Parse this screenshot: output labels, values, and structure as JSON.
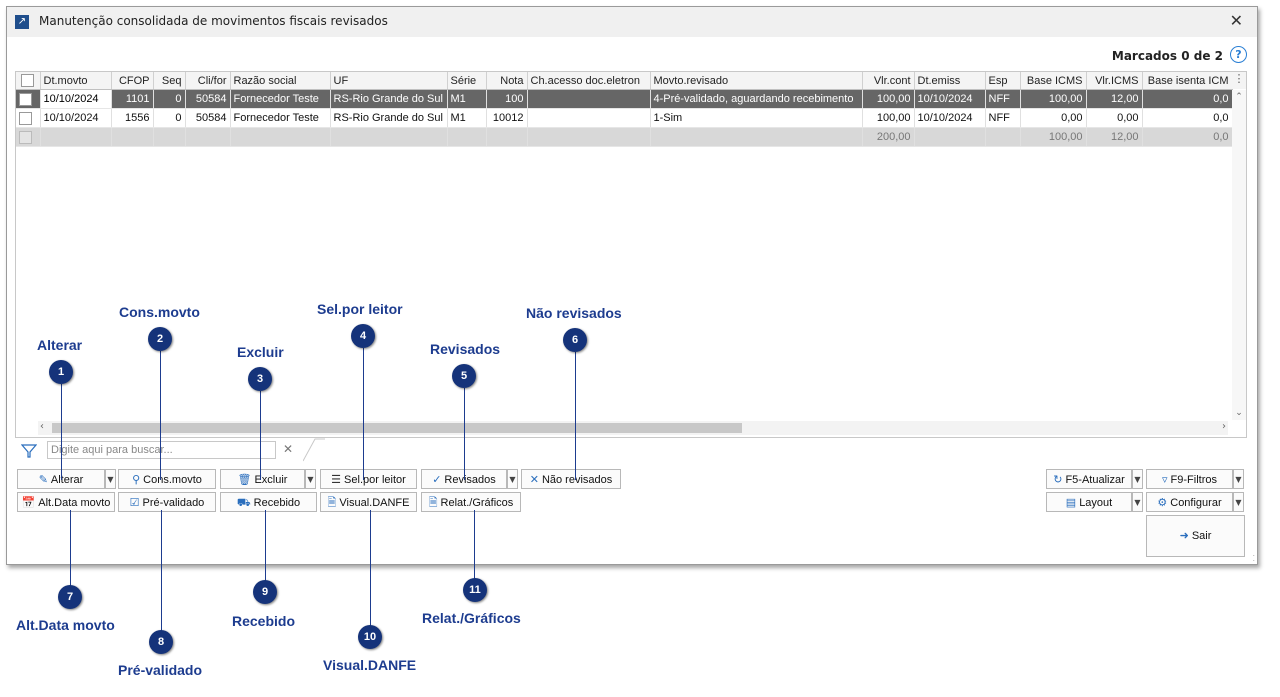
{
  "window": {
    "title": "Manutenção consolidada de movimentos fiscais revisados"
  },
  "marcados": "Marcados 0 de 2",
  "grid": {
    "columns": [
      "Dt.movto",
      "CFOP",
      "Seq",
      "Cli/for",
      "Razão social",
      "UF",
      "Série",
      "Nota",
      "Ch.acesso doc.eletron",
      "Movto.revisado",
      "Vlr.cont",
      "Dt.emiss",
      "Esp",
      "Base ICMS",
      "Vlr.ICMS",
      "Base isenta ICM"
    ],
    "rows": [
      [
        "10/10/2024",
        "1101",
        "0",
        "50584",
        "Fornecedor Teste",
        "RS-Rio Grande do Sul",
        "M1",
        "100",
        "",
        "4-Pré-validado, aguardando recebimento",
        "100,00",
        "10/10/2024",
        "NFF",
        "100,00",
        "12,00",
        "0,0"
      ],
      [
        "10/10/2024",
        "1556",
        "0",
        "50584",
        "Fornecedor Teste",
        "RS-Rio Grande do Sul",
        "M1",
        "10012",
        "",
        "1-Sim",
        "100,00",
        "10/10/2024",
        "NFF",
        "0,00",
        "0,00",
        "0,0"
      ]
    ],
    "totals": [
      "",
      "",
      "",
      "",
      "",
      "",
      "",
      "",
      "",
      "",
      "200,00",
      "",
      "",
      "100,00",
      "12,00",
      "0,0"
    ]
  },
  "search": {
    "placeholder": "Digite aqui para buscar..."
  },
  "buttons": {
    "alterar": "Alterar",
    "cons_movto": "Cons.movto",
    "excluir": "Excluir",
    "sel_por_leitor": "Sel.por leitor",
    "revisados": "Revisados",
    "nao_revisados": "Não revisados",
    "alt_data_movto": "Alt.Data movto",
    "pre_validado": "Pré-validado",
    "recebido": "Recebido",
    "visual_danfe": "Visual.DANFE",
    "relat_graficos": "Relat./Gráficos",
    "f5_atualizar": "F5-Atualizar",
    "f9_filtros": "F9-Filtros",
    "layout": "Layout",
    "configurar": "Configurar",
    "sair": "Sair"
  },
  "callouts": [
    {
      "n": "1",
      "label": "Alterar"
    },
    {
      "n": "2",
      "label": "Cons.movto"
    },
    {
      "n": "3",
      "label": "Excluir"
    },
    {
      "n": "4",
      "label": "Sel.por leitor"
    },
    {
      "n": "5",
      "label": "Revisados"
    },
    {
      "n": "6",
      "label": "Não revisados"
    },
    {
      "n": "7",
      "label": "Alt.Data movto"
    },
    {
      "n": "8",
      "label": "Pré-validado"
    },
    {
      "n": "9",
      "label": "Recebido"
    },
    {
      "n": "10",
      "label": "Visual.DANFE"
    },
    {
      "n": "11",
      "label": "Relat./Gráficos"
    }
  ],
  "colors": {
    "callout": "#1d3c8f",
    "badge": "#15337a",
    "selected_row": "#666666",
    "accent_icon": "#2a6ebd"
  }
}
